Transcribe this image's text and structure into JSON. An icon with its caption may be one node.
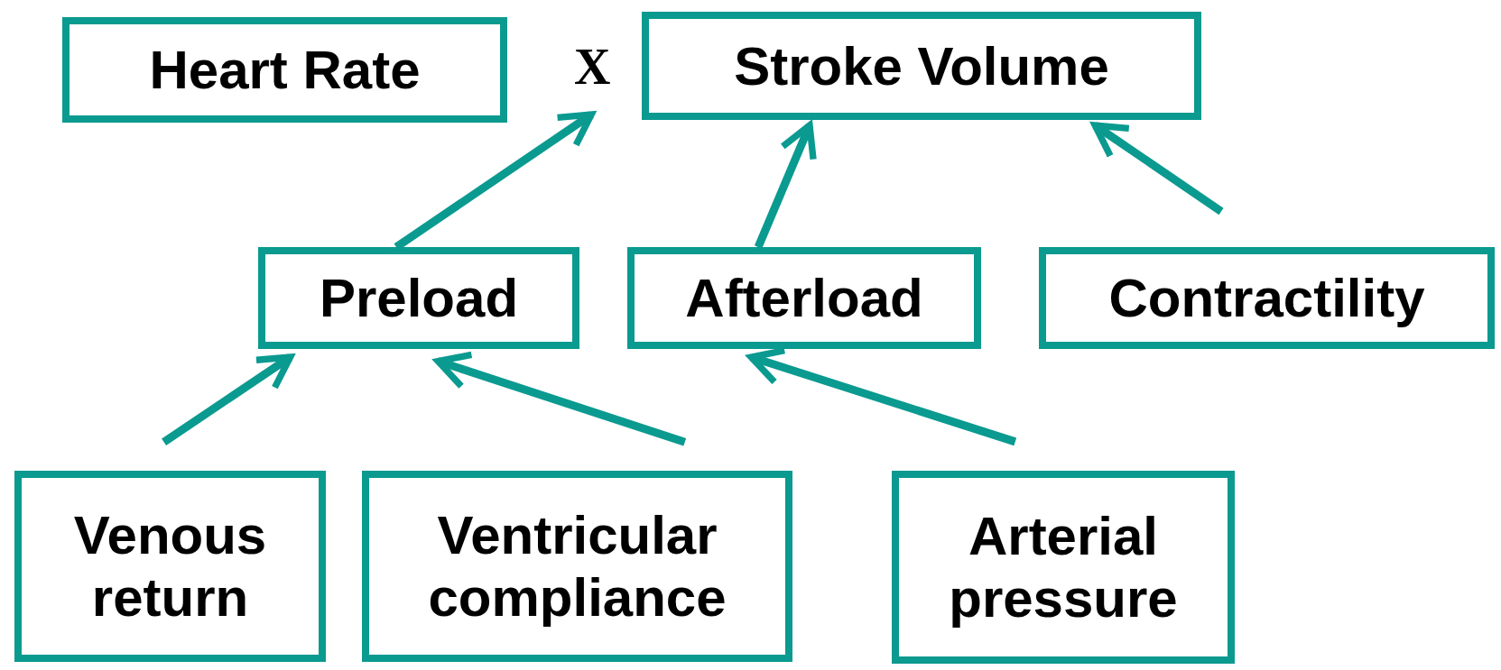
{
  "diagram": {
    "nodes": [
      {
        "text": [
          "Heart Rate"
        ]
      },
      {
        "text": [
          "Stroke Volume"
        ]
      },
      {
        "text": [
          "Preload"
        ]
      },
      {
        "text": [
          "Afterload"
        ]
      },
      {
        "text": [
          "Contractility"
        ]
      },
      {
        "text": [
          "Venous return"
        ]
      },
      {
        "text": [
          "Ventricular compliance"
        ]
      },
      {
        "text": [
          "Arterial pressure"
        ]
      }
    ],
    "edges": [
      {
        "from": 2,
        "to": 1,
        "arrow": "to"
      },
      {
        "from": 3,
        "to": 1,
        "arrow": "to"
      },
      {
        "from": 4,
        "to": 1,
        "arrow": "to"
      },
      {
        "from": 5,
        "to": 2,
        "arrow": "to"
      },
      {
        "from": 6,
        "to": 2,
        "arrow": "to"
      },
      {
        "from": 7,
        "to": 3,
        "arrow": "to"
      }
    ],
    "labels": [
      "X"
    ]
  }
}
